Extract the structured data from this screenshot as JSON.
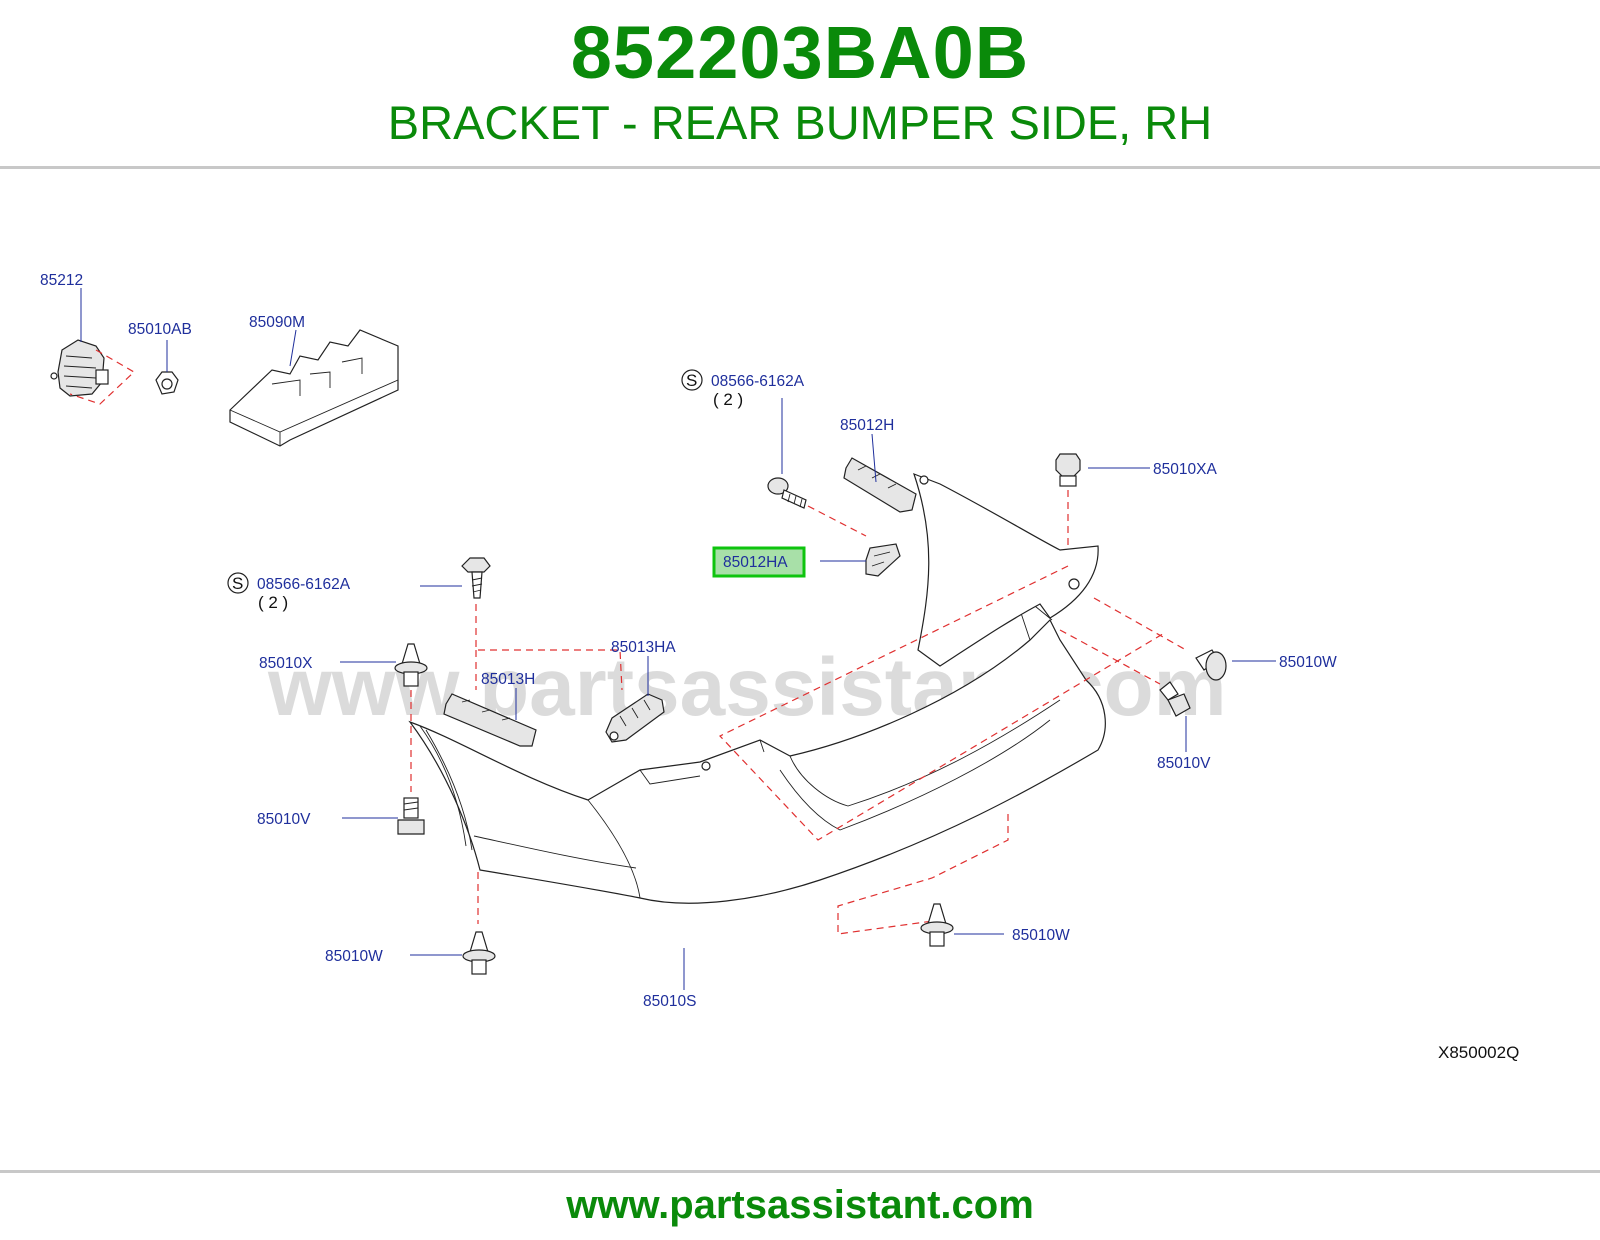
{
  "header": {
    "part_number": "852203BA0B",
    "description": "BRACKET - REAR BUMPER SIDE, RH"
  },
  "diagram": {
    "watermark": "www.partsassistant.com",
    "diagram_code": "X850002Q",
    "highlighted_part": "85012HA",
    "standard_symbol": "S",
    "labels": {
      "p85212": "85212",
      "p85010AB": "85010AB",
      "p85090M": "85090M",
      "screw_top": "08566-6162A",
      "screw_top_qty": "( 2 )",
      "p85012H": "85012H",
      "p85010XA": "85010XA",
      "p85012HA": "85012HA",
      "screw_left": "08566-6162A",
      "screw_left_qty": "( 2 )",
      "p85013HA": "85013HA",
      "p85010X": "85010X",
      "p85013H": "85013H",
      "p85010W_right": "85010W",
      "p85010V_right": "85010V",
      "p85010V_left": "85010V",
      "p85010W_bottom_right": "85010W",
      "p85010W_bottom_left": "85010W",
      "p85010S": "85010S"
    }
  },
  "footer": {
    "url": "www.partsassistant.com"
  },
  "colors": {
    "title_green": "#0a8a0a",
    "label_blue": "#1f2f9c",
    "dash_red": "#e03030",
    "highlight_green": "#0ec40e"
  }
}
